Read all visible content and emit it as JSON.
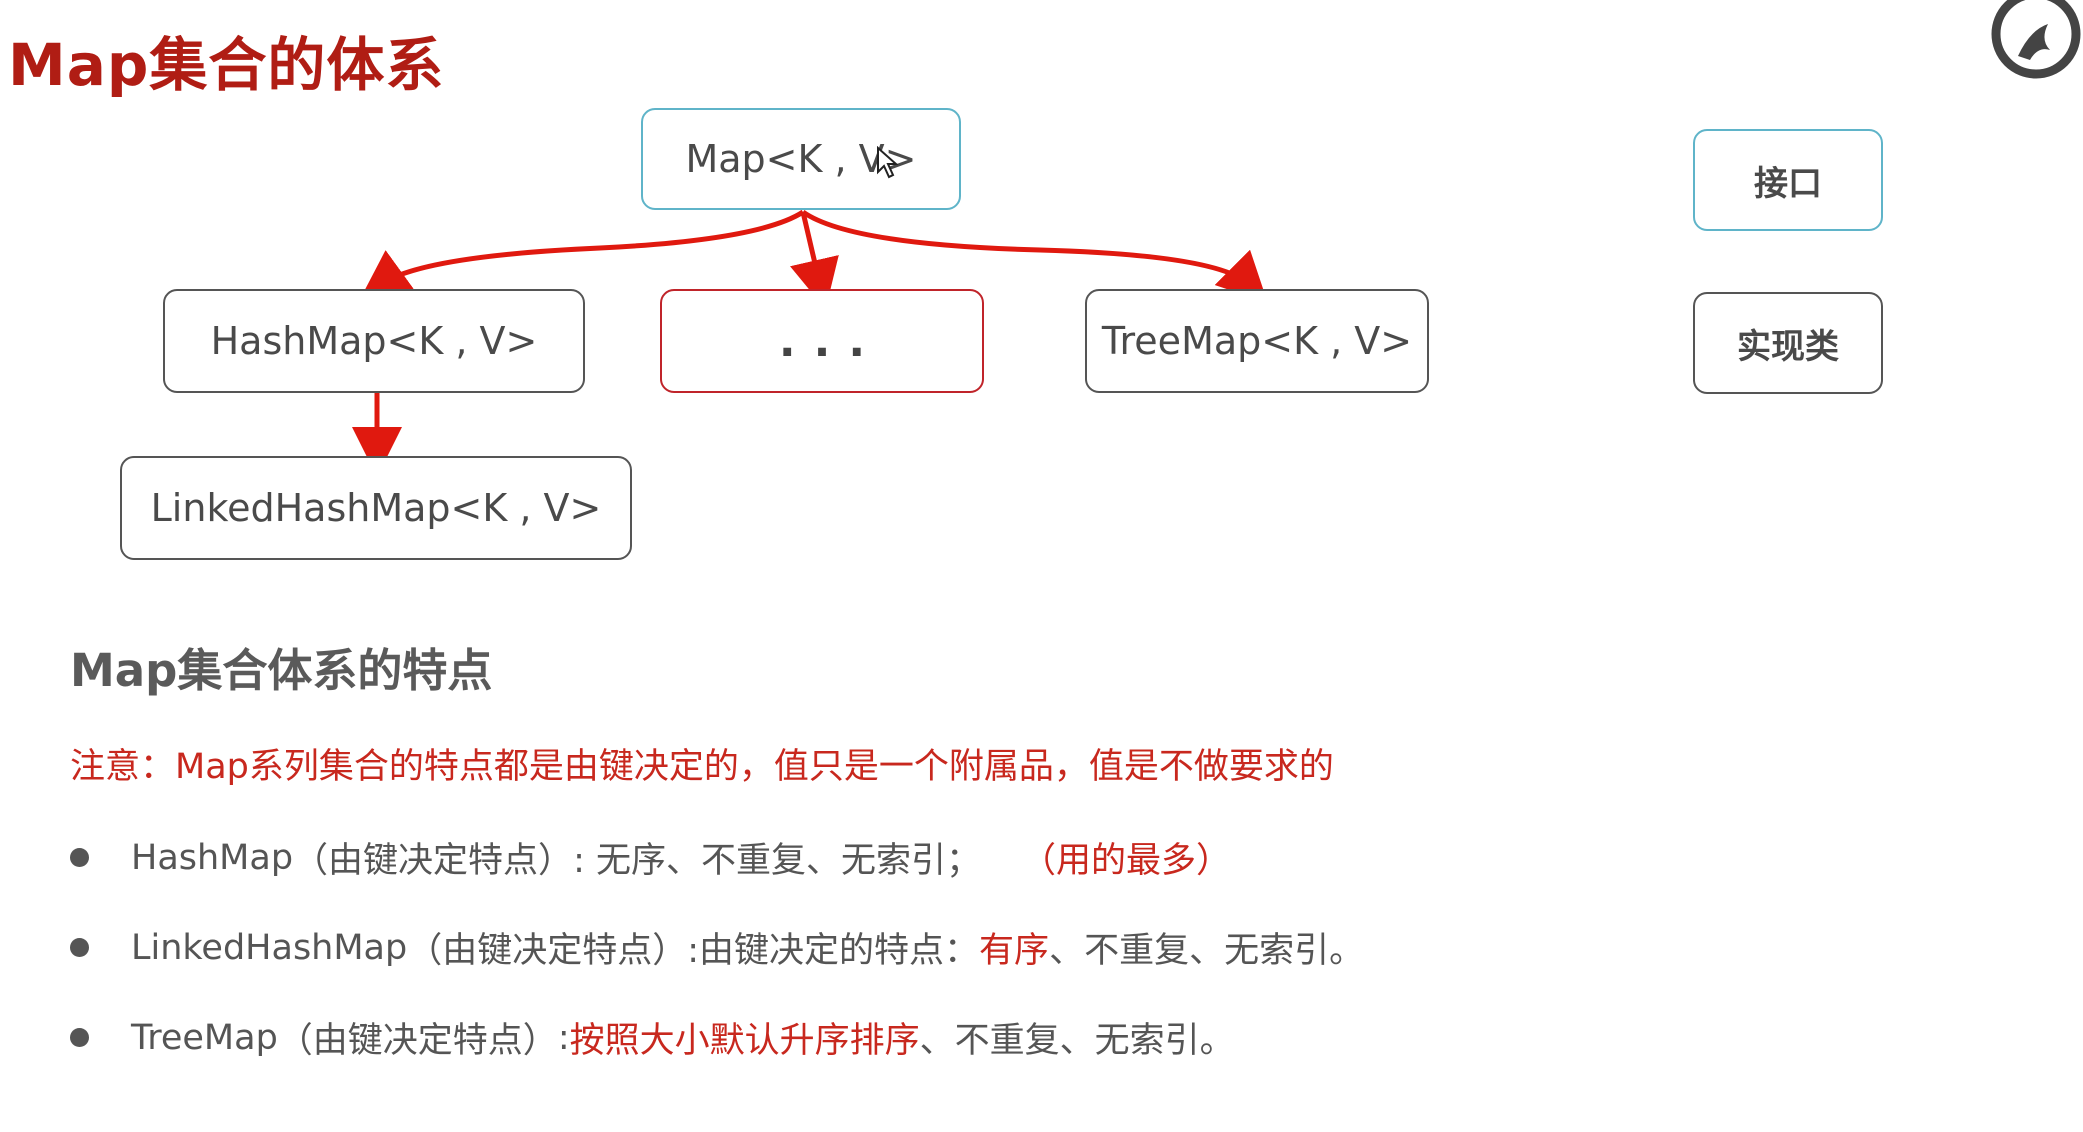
{
  "title": "Map集合的体系",
  "diagram": {
    "root": "Map<K , V>",
    "children": [
      "HashMap<K , V>",
      "...",
      "TreeMap<K , V>"
    ],
    "grandchild": "LinkedHashMap<K , V>",
    "legend": {
      "interface": "接口",
      "impl": "实现类"
    },
    "colors": {
      "interface_border": "#5fb4c9",
      "impl_border": "#555555",
      "arrow": "#e0190f",
      "highlight": "#c8281e"
    }
  },
  "section": {
    "title": "Map集合体系的特点",
    "note": "注意：Map系列集合的特点都是由键决定的，值只是一个附属品，值是不做要求的",
    "bullets": [
      {
        "name": "HashMap",
        "paren": "（由键决定特点）",
        "text": ": 无序、不重复、无索引；",
        "extra": "（用的最多）"
      },
      {
        "name": "LinkedHashMap",
        "paren": " （由键决定特点）",
        "text": ":由键决定的特点：",
        "highlight": "有序",
        "rest": "、不重复、无索引。"
      },
      {
        "name": "TreeMap",
        "paren": " （由键决定特点）",
        "text": ":",
        "highlight": "按照大小默认升序排序",
        "rest": "、不重复、无索引。"
      }
    ]
  }
}
